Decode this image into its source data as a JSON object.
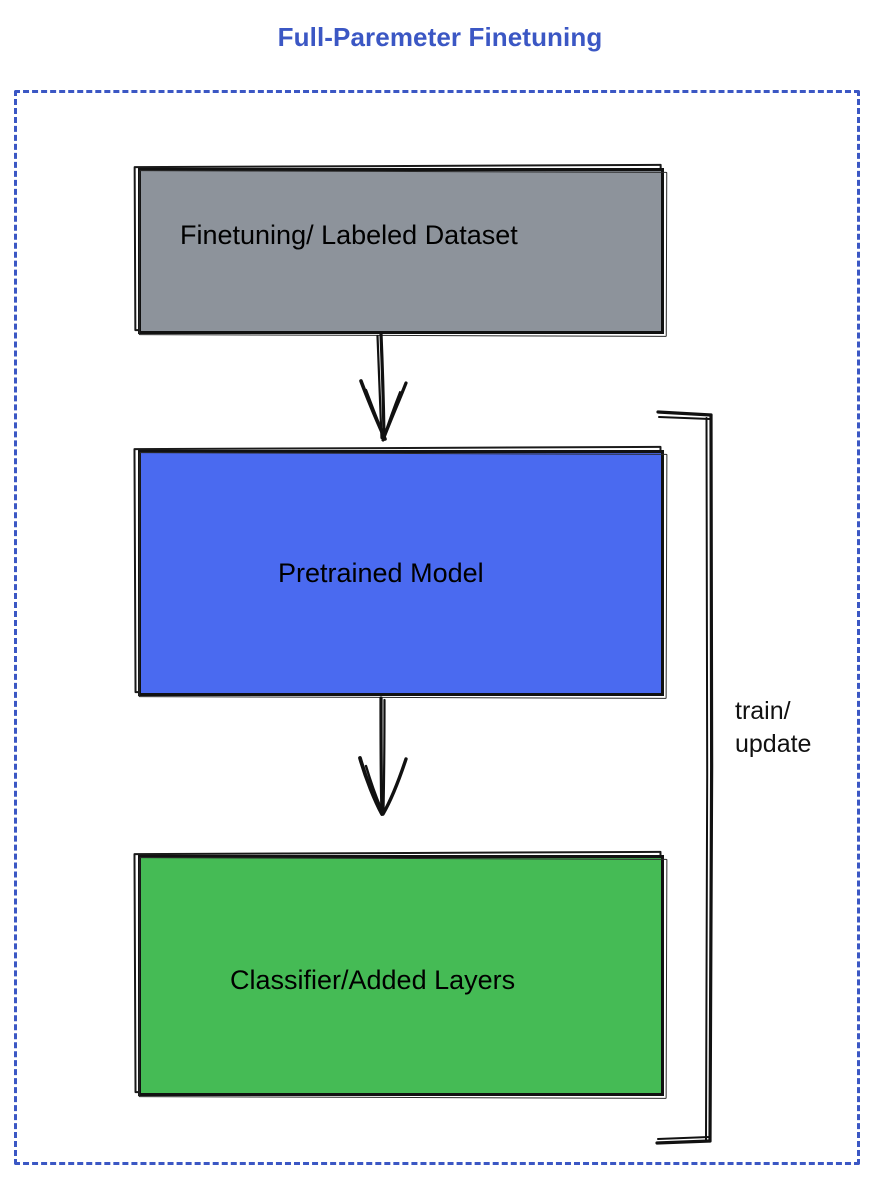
{
  "diagram": {
    "title": "Full-Paremeter Finetuning",
    "title_color": "#3b57c4",
    "frame": {
      "style": "dashed",
      "color": "#3b57c4"
    },
    "nodes": [
      {
        "id": "dataset",
        "label": "Finetuning/ Labeled Dataset",
        "fill": "#8d939b",
        "stroke": "#111111",
        "text_color": "#000000"
      },
      {
        "id": "pretrained",
        "label": "Pretrained Model",
        "fill": "#4a6af0",
        "stroke": "#111111",
        "text_color": "#000000"
      },
      {
        "id": "classifier",
        "label": "Classifier/Added Layers",
        "fill": "#45bb55",
        "stroke": "#111111",
        "text_color": "#000000"
      }
    ],
    "edges": [
      {
        "id": "dataset-to-pretrained",
        "from": "dataset",
        "to": "pretrained",
        "label": "",
        "arrow": "down"
      },
      {
        "id": "pretrained-to-classifier",
        "from": "pretrained",
        "to": "classifier",
        "label": "",
        "arrow": "down"
      },
      {
        "id": "feedback-loop",
        "from": "classifier",
        "to": "pretrained",
        "label_line1": "train/",
        "label_line2": "update",
        "arrow": "none"
      }
    ]
  }
}
